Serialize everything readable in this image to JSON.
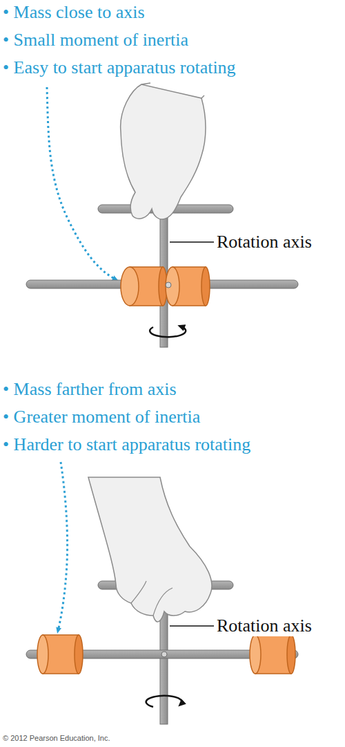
{
  "diagram": {
    "labels": [
      "• Mass close to axis",
      "• Small moment of inertia",
      "• Easy to start apparatus rotating",
      "Rotation axis",
      "• Mass farther from axis",
      "• Greater moment of inertia",
      "• Harder to start apparatus rotating",
      "Rotation axis",
      "© 2012 Pearson Education, Inc."
    ]
  }
}
